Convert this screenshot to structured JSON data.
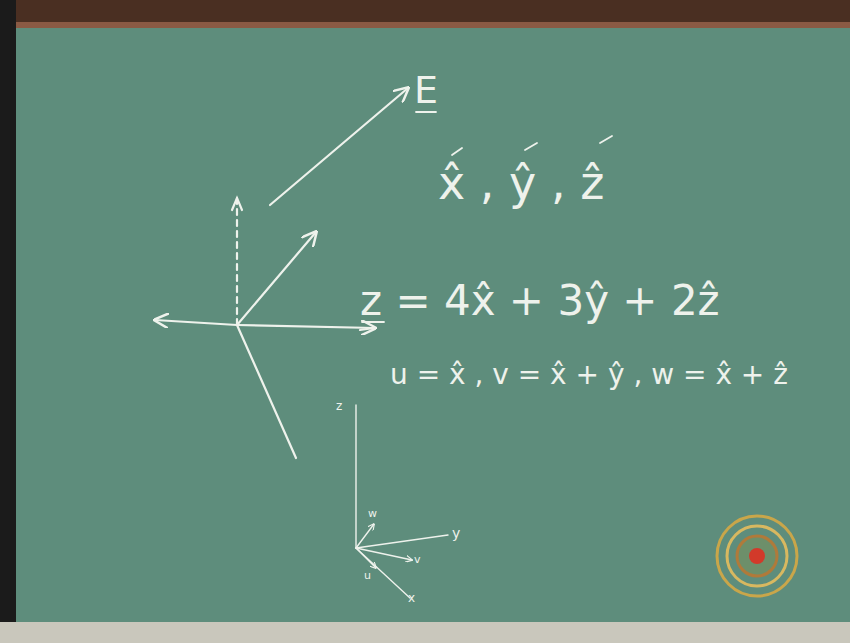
{
  "diagram": {
    "labels": [
      "E",
      "x̂ , ŷ , ẑ",
      "z = 4x̂ + 3ŷ + 2ẑ",
      "u = x̂ , v = x̂ + ŷ , w = x̂ + ẑ",
      "z",
      "y",
      "x",
      "w",
      "v",
      "u"
    ]
  }
}
